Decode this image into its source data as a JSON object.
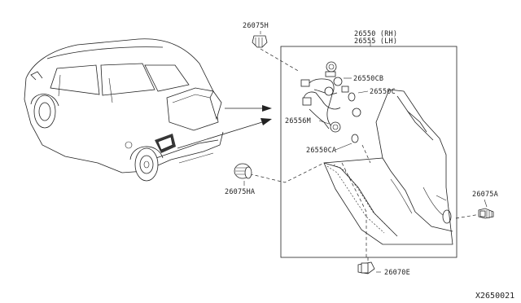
{
  "diagram": {
    "part_labels": {
      "clip_top": "26075H",
      "lamp_rh": "26550 (RH)",
      "lamp_lh": "26555 (LH)",
      "socket_cb": "26550CB",
      "bulb_c": "26550C",
      "harness_m": "26556M",
      "bulb_ca": "26550CA",
      "grommet_ha": "26075HA",
      "screw_a": "26075A",
      "screw_e": "26070E"
    },
    "diagram_code": "X2650021"
  }
}
